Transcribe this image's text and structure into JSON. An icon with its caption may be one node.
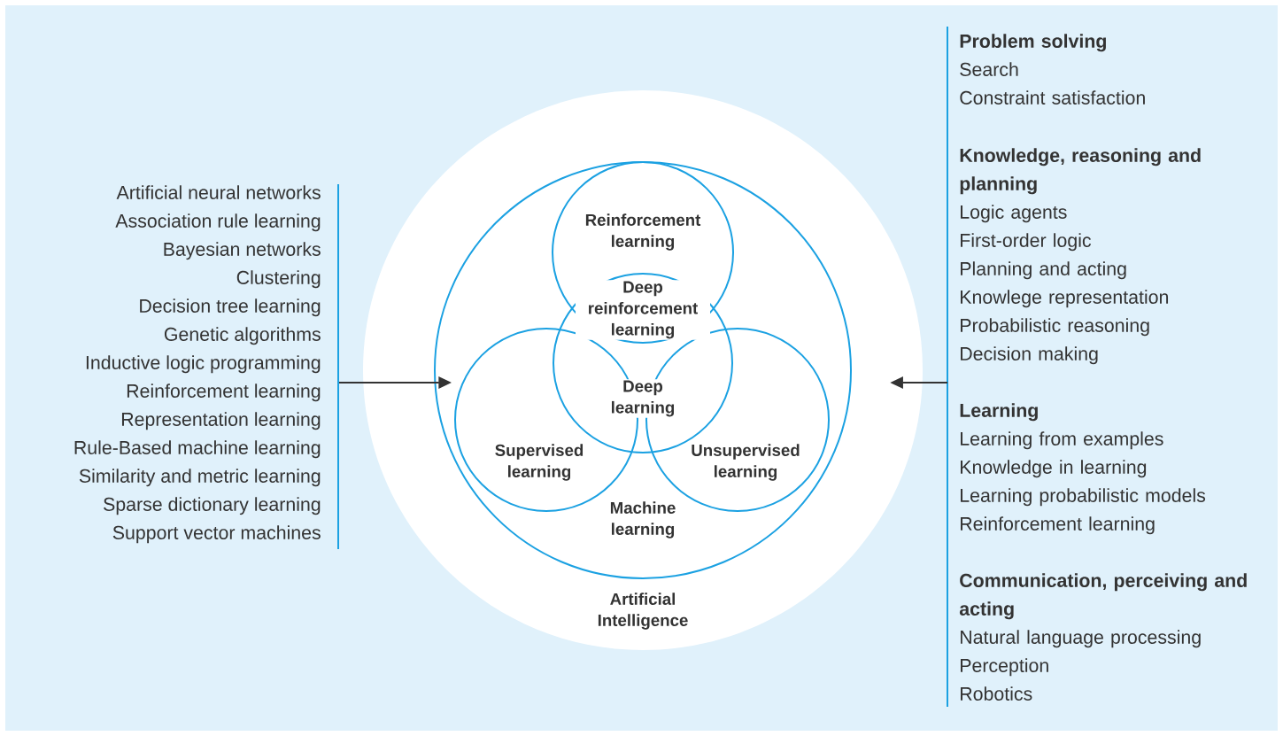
{
  "diagram": {
    "nodes": [
      {
        "text": [
          "Artificial Intelligence"
        ]
      },
      {
        "text": [
          "Machine learning"
        ],
        "in": 0
      },
      {
        "text": [
          "Reinforcement learning"
        ],
        "in": 1
      },
      {
        "text": [
          "Supervised learning"
        ],
        "in": 1
      },
      {
        "text": [
          "Unsupervised learning"
        ],
        "in": 1
      },
      {
        "text": [
          "Deep learning"
        ],
        "in": 1
      },
      {
        "text": [
          "Artificial neural networks",
          "Association rule learning",
          "Bayesian networks",
          "Clustering",
          "Decision tree learning",
          "Genetic algorithms",
          "Inductive logic programming",
          "Reinforcement learning",
          "Representation learning",
          "Rule-Based machine learning",
          "Similarity and metric learning",
          "Sparse dictionary learning",
          "Support vector machines"
        ]
      },
      {
        "text": [],
        "shape": "bar"
      },
      {
        "text": [
          "Problem solving",
          "Search",
          "Constraint satisfaction"
        ],
        "in": 7
      },
      {
        "text": [
          "Knowledge, reasoning and planning",
          "Logic agents",
          "First-order logic",
          "Planning and acting",
          "Knowlege representation",
          "Probabilistic reasoning",
          "Decision making"
        ],
        "in": 7
      },
      {
        "text": [
          "Learning",
          "Learning from examples",
          "Knowledge in learning",
          "Learning probabilistic models",
          "Reinforcement learning"
        ],
        "in": 7
      },
      {
        "text": [
          "Communication, perceiving and acting",
          "Natural language processing",
          "Perception",
          "Robotics"
        ],
        "in": 7
      }
    ],
    "edges": [
      {
        "from": 6,
        "to": 1,
        "arrow": "to"
      },
      {
        "from": 7,
        "to": 0,
        "arrow": "to"
      }
    ],
    "labels": [
      "Deep reinforcement learning"
    ]
  }
}
